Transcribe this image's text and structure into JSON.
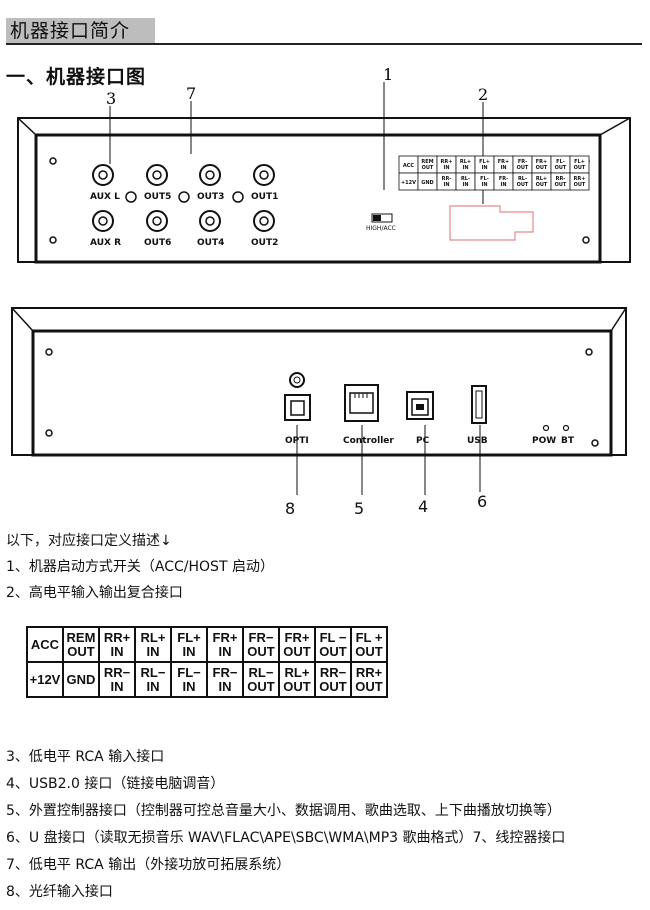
{
  "header": {
    "title": "机器接口简介"
  },
  "section": {
    "heading": "一、机器接口图"
  },
  "front_panel": {
    "callouts": {
      "c1": "1",
      "c2": "2",
      "c3": "3",
      "c7": "7"
    },
    "rca_labels": {
      "aux_l": "AUX L",
      "out5": "OUT5",
      "out3": "OUT3",
      "out1": "OUT1",
      "aux_r": "AUX R",
      "out6": "OUT6",
      "out4": "OUT4",
      "out2": "OUT2"
    },
    "switch_label": "HIGH/ACC",
    "pin_row1": [
      "ACC",
      "REM OUT",
      "RR+ IN",
      "RL+ IN",
      "FL+ IN",
      "FR+ IN",
      "FR- OUT",
      "FR+ OUT",
      "FL- OUT",
      "FL+ OUT"
    ],
    "pin_row2": [
      "+12V",
      "GND",
      "RR- IN",
      "RL- IN",
      "FL- IN",
      "FR- IN",
      "RL- OUT",
      "RL+ OUT",
      "RR- OUT",
      "RR+ OUT"
    ]
  },
  "rear_panel": {
    "labels": {
      "opti": "OPTI",
      "controller": "Controller",
      "pc": "PC",
      "usb": "USB",
      "pow": "POW",
      "bt": "BT"
    },
    "callouts": {
      "c8": "8",
      "c5": "5",
      "c4": "4",
      "c6": "6"
    }
  },
  "description": {
    "intro": "以下，对应接口定义描述↓",
    "item1": "1、机器启动方式开关（ACC/HOST 启动）",
    "item2": "2、高电平输入输出复合接口",
    "item3": "3、低电平 RCA 输入接口",
    "item4": "4、USB2.0 接口（链接电脑调音）",
    "item5": "5、外置控制器接口（控制器可控总音量大小、数据调用、歌曲选取、上下曲播放切换等）",
    "item6": "6、U 盘接口（读取无损音乐 WAV\\FLAC\\APE\\SBC\\WMA\\MP3 歌曲格式）7、线控器接口",
    "item7": "7、低电平 RCA 输出（外接功放可拓展系统）",
    "item8": "8、光纤输入接口"
  },
  "pin_table": {
    "row1": [
      [
        "ACC",
        ""
      ],
      [
        "REM",
        "OUT"
      ],
      [
        "RR+",
        "IN"
      ],
      [
        "RL+",
        "IN"
      ],
      [
        "FL+",
        "IN"
      ],
      [
        "FR+",
        "IN"
      ],
      [
        "FR−",
        "OUT"
      ],
      [
        "FR+",
        "OUT"
      ],
      [
        "FL −",
        "OUT"
      ],
      [
        "FL +",
        "OUT"
      ]
    ],
    "row2": [
      [
        "+12V",
        ""
      ],
      [
        "GND",
        ""
      ],
      [
        "RR−",
        "IN"
      ],
      [
        "RL−",
        "IN"
      ],
      [
        "FL−",
        "IN"
      ],
      [
        "FR−",
        "IN"
      ],
      [
        "RL−",
        "OUT"
      ],
      [
        "RL+",
        "OUT"
      ],
      [
        "RR−",
        "OUT"
      ],
      [
        "RR+",
        "OUT"
      ]
    ]
  }
}
